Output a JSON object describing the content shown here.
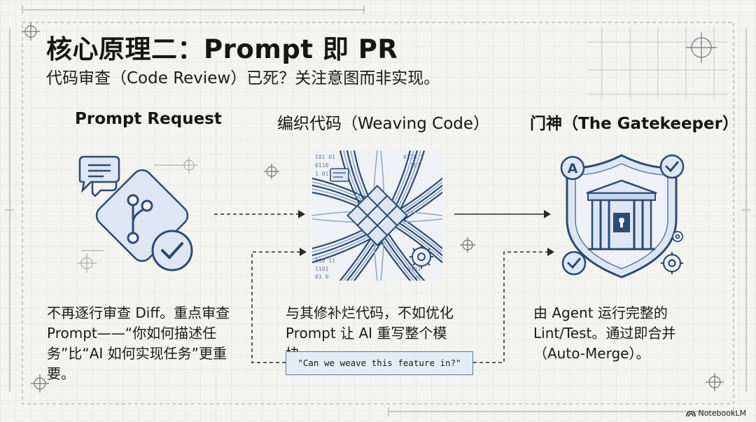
{
  "title": "核心原理二：Prompt 即 PR",
  "subtitle": "代码审查（Code Review）已死？关注意图而非实现。",
  "columns": [
    {
      "heading": "Prompt Request",
      "icon": "git-pull-request-icon",
      "description": "不再逐行审查 Diff。重点审查 Prompt——“你如何描述任务”比“AI 如何实现任务”更重要。"
    },
    {
      "heading": "编织代码（Weaving Code）",
      "icon": "woven-code-strands-icon",
      "description": "与其修补烂代码，不如优化 Prompt 让 AI 重写整个模块。"
    },
    {
      "heading": "门神（The Gatekeeper）",
      "icon": "shield-gate-icon",
      "description": "由 Agent 运行完整的 Lint/Test。通过即合并（Auto-Merge）。"
    }
  ],
  "code_snippet": "\"Can we weave this feature in?\"",
  "brand": "NotebookLM",
  "colors": {
    "accent_blue": "#5a7aa6",
    "light_blue": "#dde6f2",
    "line_gray": "#9aa0a6",
    "background": "#f3f3ef"
  }
}
